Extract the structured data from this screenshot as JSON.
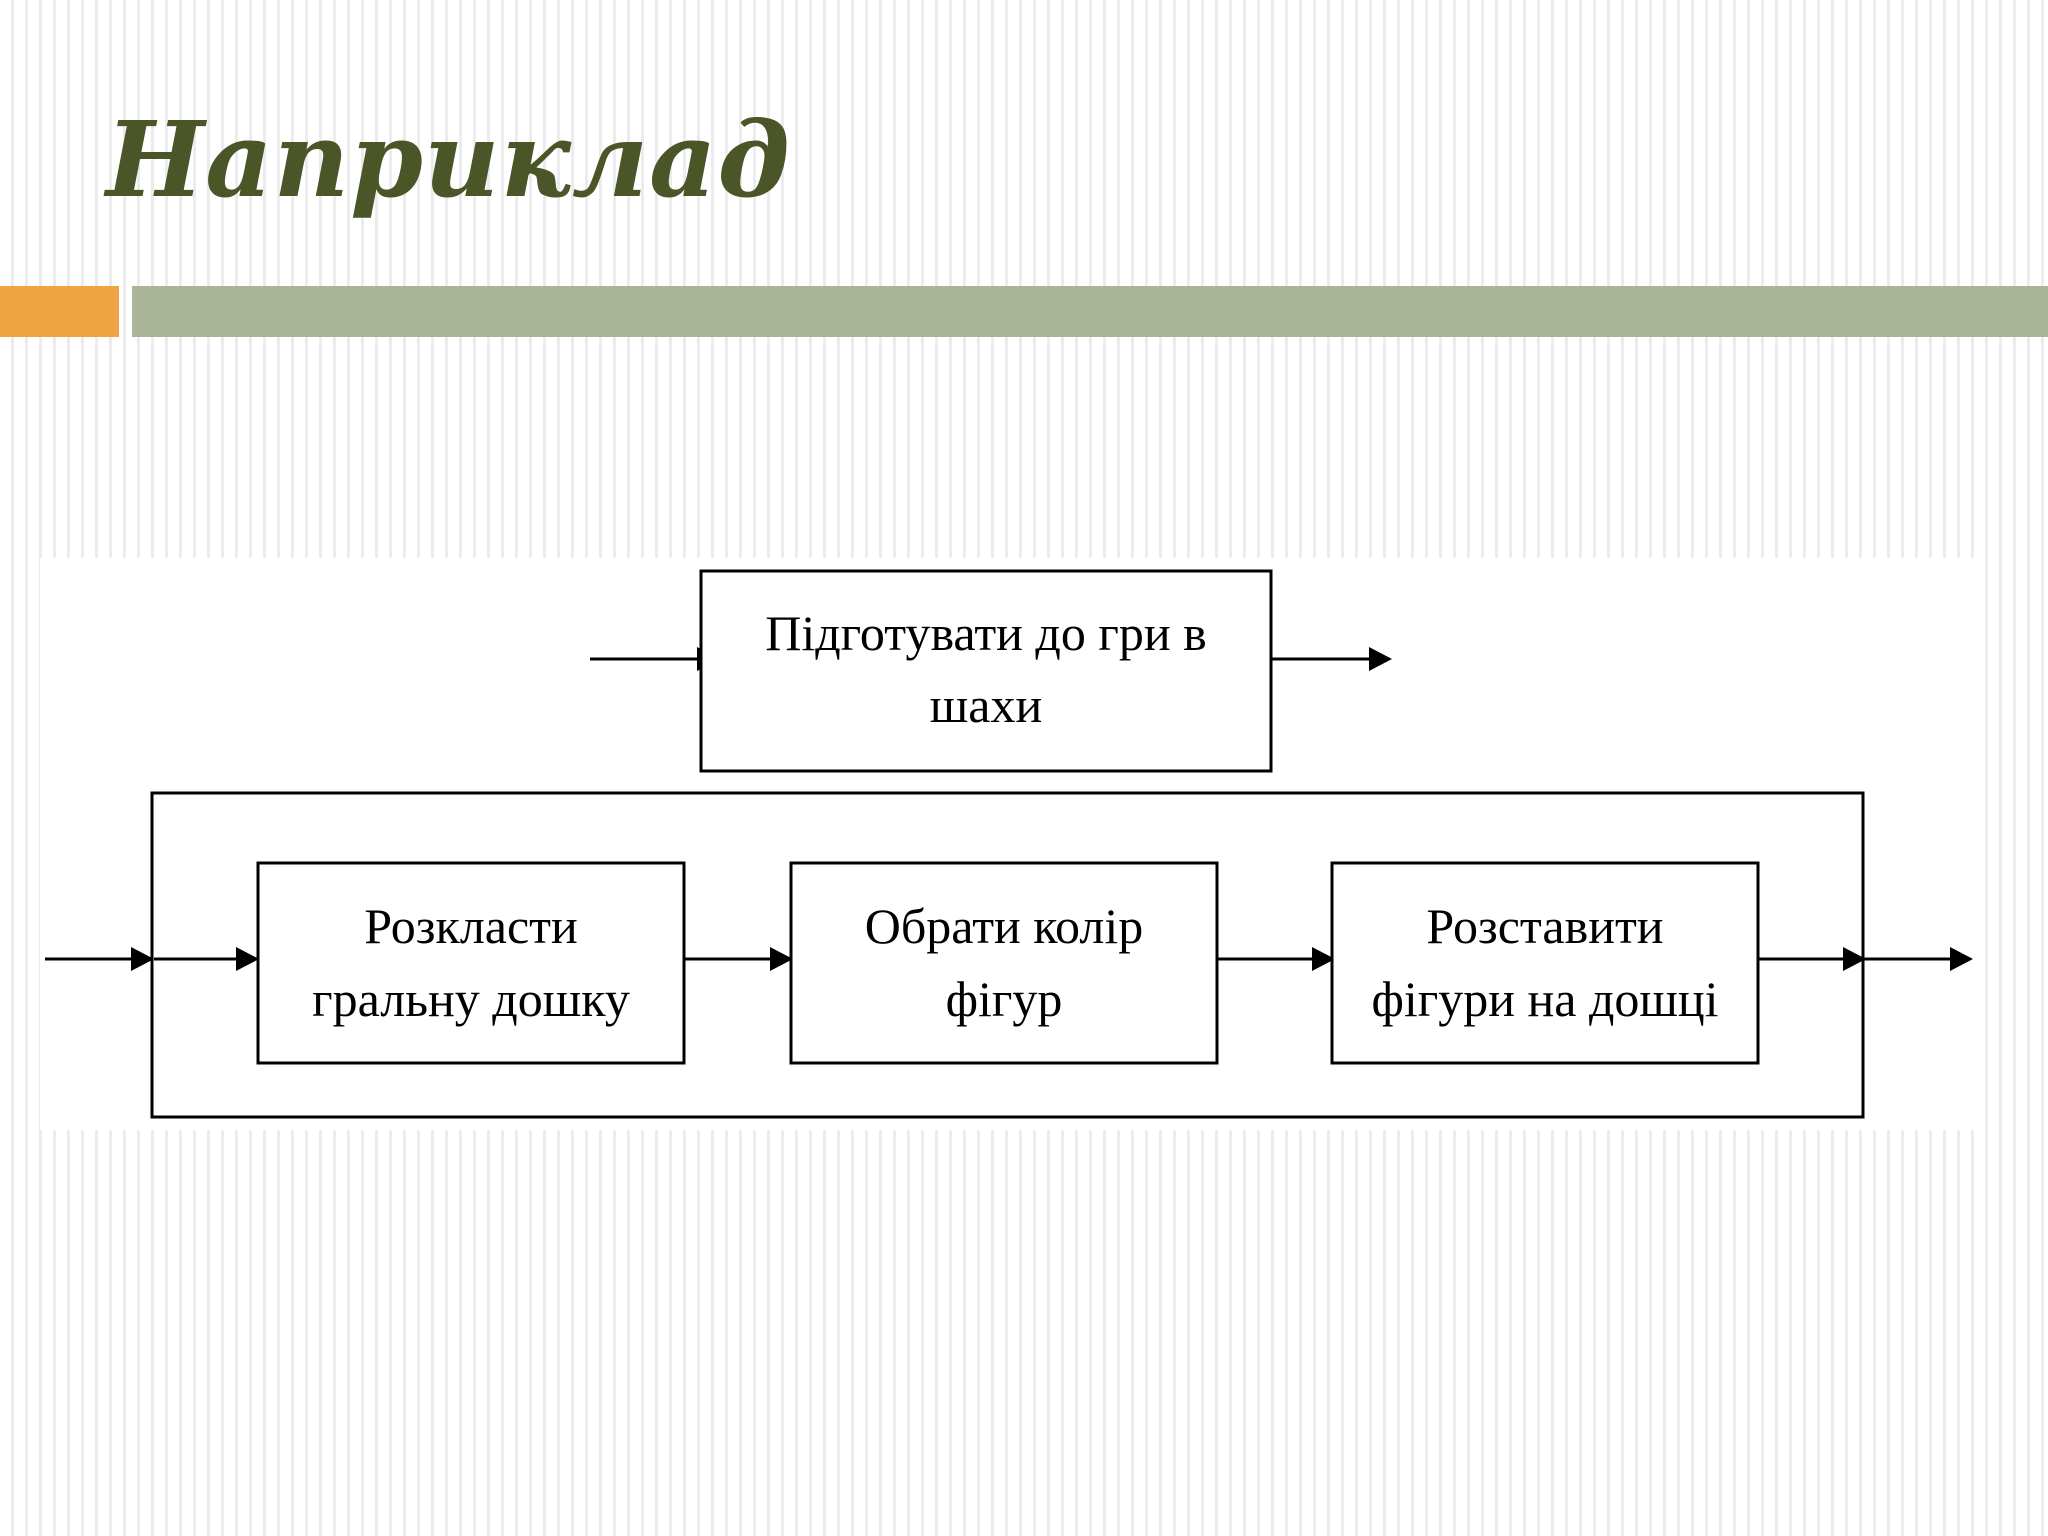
{
  "slide": {
    "title": "Наприклад",
    "colors": {
      "title": "#4a5528",
      "accent_orange": "#f0a544",
      "accent_green": "#a9b596"
    }
  },
  "diagram": {
    "top_block": {
      "line1": "Підготувати до гри в",
      "line2": "шахи"
    },
    "steps": [
      {
        "line1": "Розкласти",
        "line2": "гральну дошку"
      },
      {
        "line1": "Обрати колір",
        "line2": "фігур"
      },
      {
        "line1": "Розставити",
        "line2": "фігури на дошці"
      }
    ]
  }
}
